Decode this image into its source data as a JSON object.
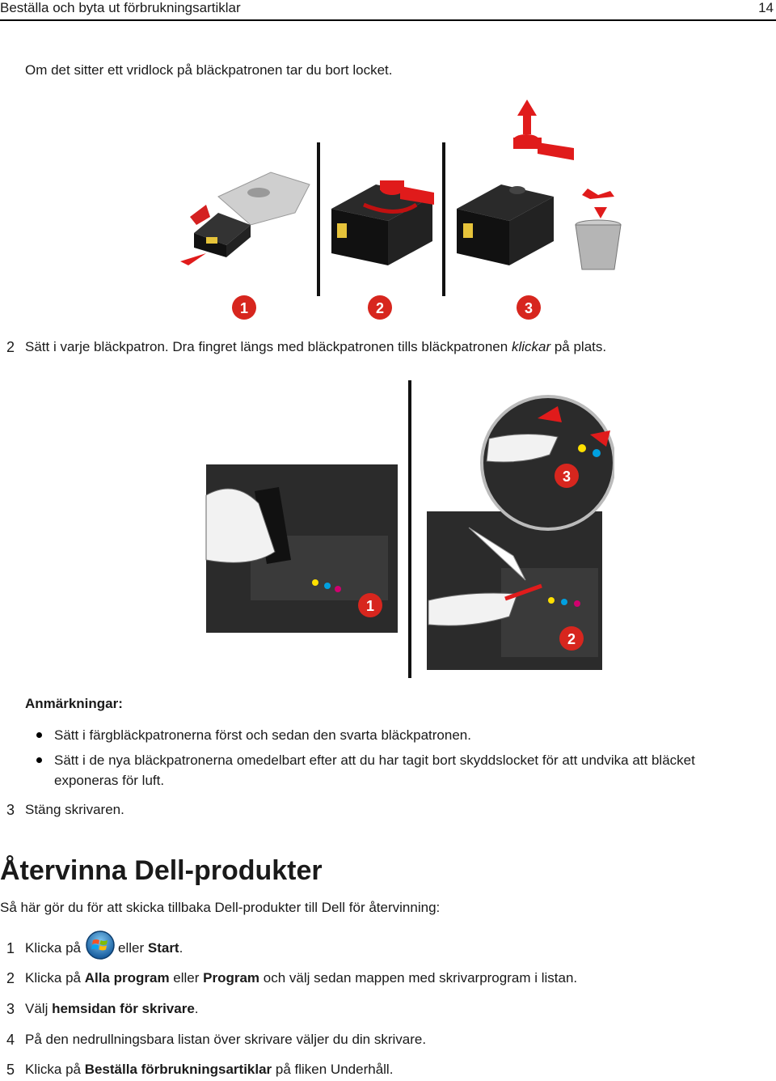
{
  "header": {
    "title": "Beställa och byta ut förbrukningsartiklar",
    "page_number": "14"
  },
  "intro_text": "Om det sitter ett vridlock på bläckpatronen tar du bort locket.",
  "figure1": {
    "step_badges": [
      "1",
      "2",
      "3"
    ]
  },
  "step2": {
    "number": "2",
    "text_before": "Sätt i varje bläckpatron. Dra fingret längs med bläckpatronen tills bläckpatronen ",
    "text_italic": "klickar",
    "text_after": " på plats."
  },
  "figure2": {
    "step_badges": [
      "1",
      "2",
      "3"
    ]
  },
  "notes": {
    "heading": "Anmärkningar:",
    "items": [
      "Sätt i färgbläckpatronerna först och sedan den svarta bläckpatronen.",
      "Sätt i de nya bläckpatronerna omedelbart efter att du har tagit bort skyddslocket för att undvika att bläcket",
      "exponeras för luft."
    ]
  },
  "step3": {
    "number": "3",
    "text": "Stäng skrivaren."
  },
  "section": {
    "title": "Återvinna Dell-produkter",
    "intro": "Så här gör du för att skicka tillbaka Dell-produkter till Dell för återvinning:"
  },
  "recycle_steps": [
    {
      "number": "1",
      "parts": [
        "Klicka på ",
        "eller ",
        "Start",
        "."
      ]
    },
    {
      "number": "2",
      "parts": [
        "Klicka på ",
        "Alla program",
        " eller ",
        "Program",
        " och välj sedan mappen med skrivarprogram i listan."
      ]
    },
    {
      "number": "3",
      "parts": [
        "Välj ",
        "hemsidan för skrivare",
        "."
      ]
    },
    {
      "number": "4",
      "parts": [
        "På den nedrullningsbara listan över skrivare väljer du din skrivare."
      ]
    },
    {
      "number": "5",
      "parts": [
        "Klicka på ",
        "Beställa förbrukningsartiklar",
        " på fliken Underhåll."
      ]
    }
  ],
  "icons": [
    "windows-start-icon"
  ],
  "colors": {
    "badge_red": "#d7261e",
    "cap_red": "#e01b1b",
    "ink_black": "#111111"
  }
}
